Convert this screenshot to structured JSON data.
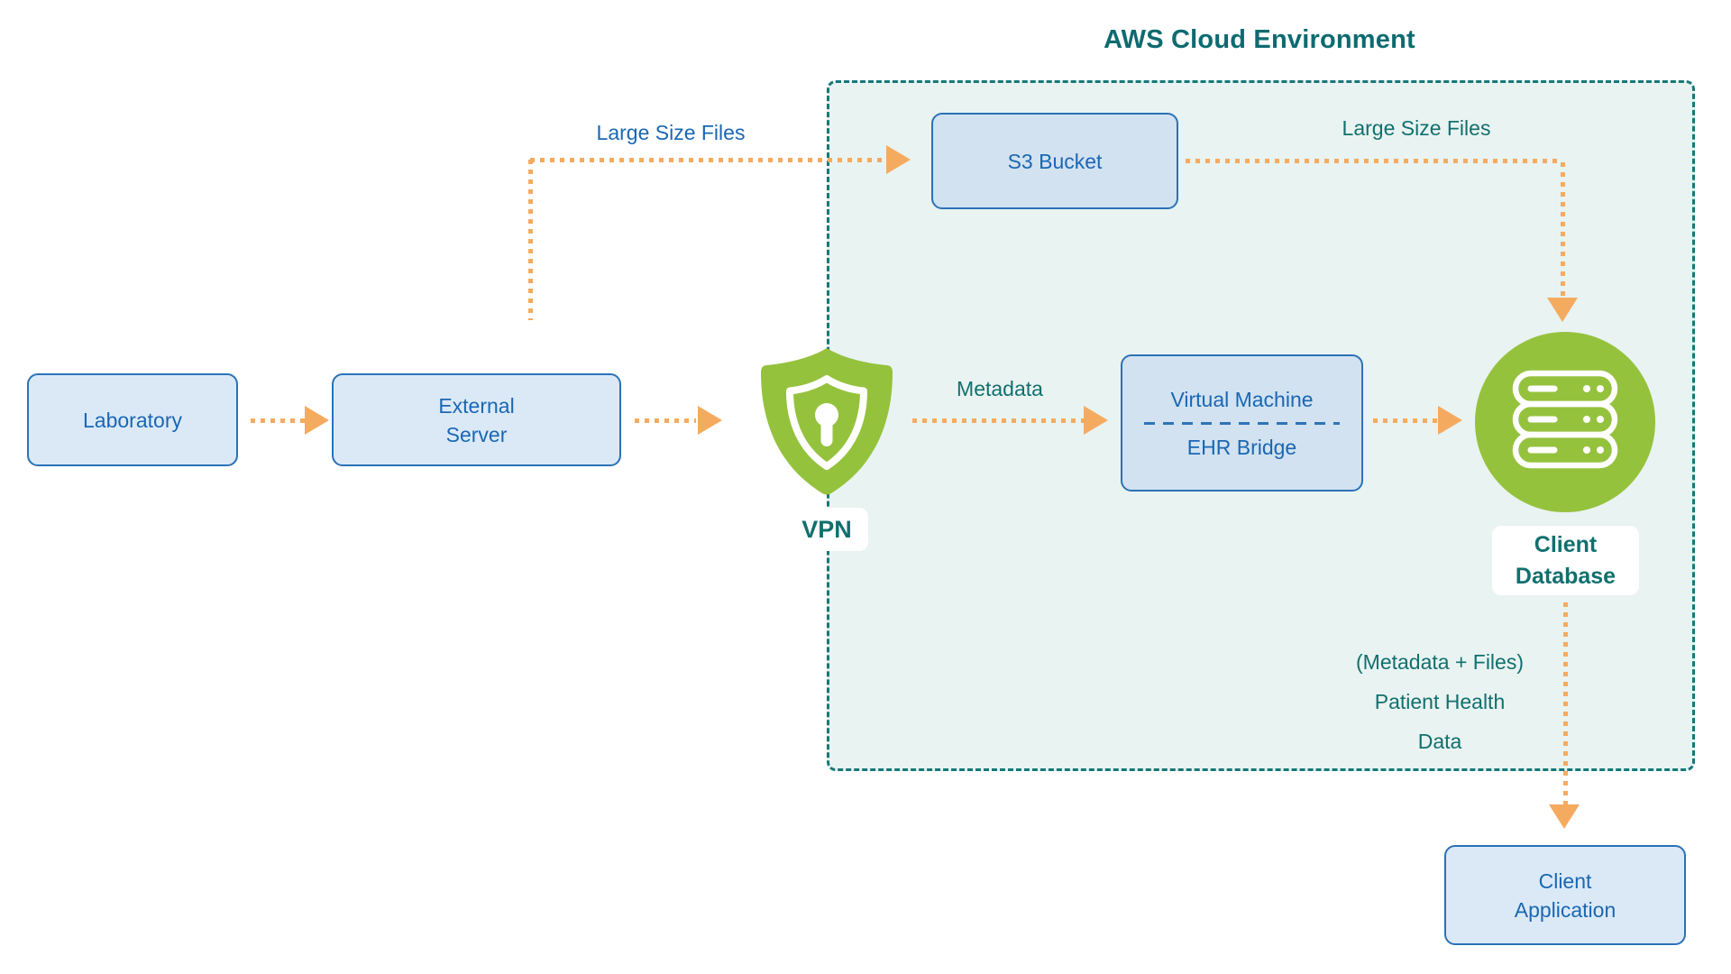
{
  "diagram": {
    "title": "AWS Cloud Environment",
    "nodes": {
      "laboratory": "Laboratory",
      "external_server": [
        "External",
        "Server"
      ],
      "s3_bucket": "S3 Bucket",
      "virtual_machine": "Virtual Machine",
      "ehr_bridge": "EHR Bridge",
      "vpn": "VPN",
      "client_database": [
        "Client",
        "Database"
      ],
      "client_application": [
        "Client",
        "Application"
      ]
    },
    "flows": {
      "large_size_files_left": "Large Size Files",
      "large_size_files_right": "Large Size Files",
      "metadata": "Metadata",
      "patient_health_data": [
        "(Metadata + Files)",
        "Patient Health",
        "Data"
      ]
    },
    "icons": {
      "vpn": "shield-keyhole-icon",
      "client_database": "server-stack-icon"
    },
    "colors": {
      "arrow_orange": "#f5ab5f",
      "teal_text": "#11706e",
      "title_teal": "#0d6b70",
      "blue_text": "#1a67b3",
      "node_fill": "#dbe9f7",
      "node_fill_inner": "#d2e2f1",
      "node_border": "#2a72b8",
      "aws_fill": "#e9f3f1",
      "aws_border": "#16787a",
      "green": "#95c23d"
    }
  }
}
